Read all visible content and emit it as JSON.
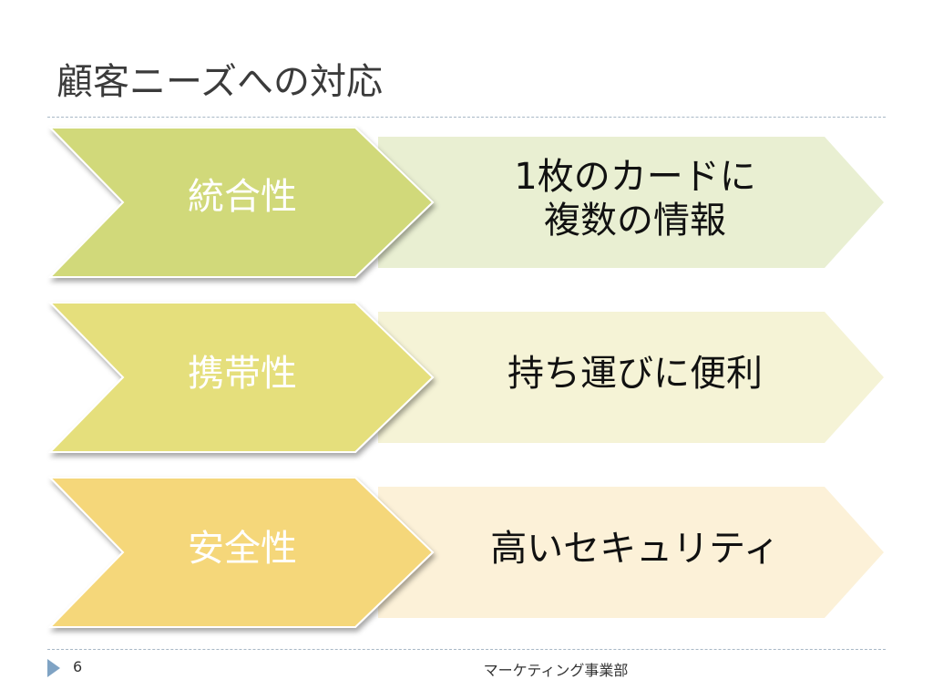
{
  "slide": {
    "title": "顧客ニーズへの対応",
    "rows": [
      {
        "chevron_label": "統合性",
        "description_lines": [
          "1枚のカードに",
          "複数の情報"
        ],
        "chevron_color": "#d1d97a",
        "description_color": "#e9efd2"
      },
      {
        "chevron_label": "携帯性",
        "description_lines": [
          "持ち運びに便利"
        ],
        "chevron_color": "#e5df7c",
        "description_color": "#f5f3d6"
      },
      {
        "chevron_label": "安全性",
        "description_lines": [
          "高いセキュリティ"
        ],
        "chevron_color": "#f5d77a",
        "description_color": "#fcf1d8"
      }
    ]
  },
  "footer": {
    "page_number": "6",
    "department": "マーケティング事業部",
    "accent_color": "#7fa3c4"
  }
}
